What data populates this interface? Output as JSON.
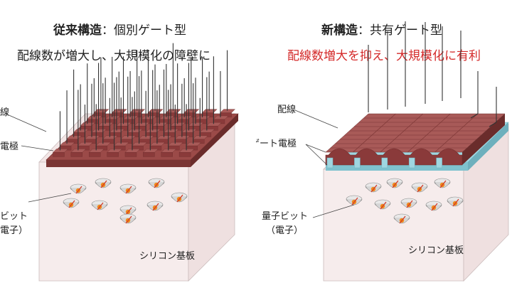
{
  "left": {
    "title_bold": "従来構造",
    "title_rest": "：個別ゲート型",
    "subtitle": "配線数が増大し、大規模化の障壁に",
    "label_wiring": "線",
    "label_gate": "電極",
    "label_qubit_1": "ビット",
    "label_qubit_2": "電子）",
    "label_substrate": "シリコン基板"
  },
  "right": {
    "title_bold": "新構造",
    "title_rest": "：共有ゲート型",
    "subtitle": "配線数増大を抑え、大規模化に有利",
    "label_wiring": "配線",
    "label_gate": "ゲート電極",
    "label_qubit_1": "量子ビット",
    "label_qubit_2": "（電子）",
    "label_substrate": "シリコン基板"
  },
  "colors": {
    "gate_brown": "#8a3a3a",
    "gate_top": "#a85a58",
    "gate_light_blue": "#9fd6e0",
    "substrate": "#f6ecec",
    "wire": "#333333",
    "subtitle_red": "#d42a2a",
    "electron_orange": "#f08a1c"
  }
}
